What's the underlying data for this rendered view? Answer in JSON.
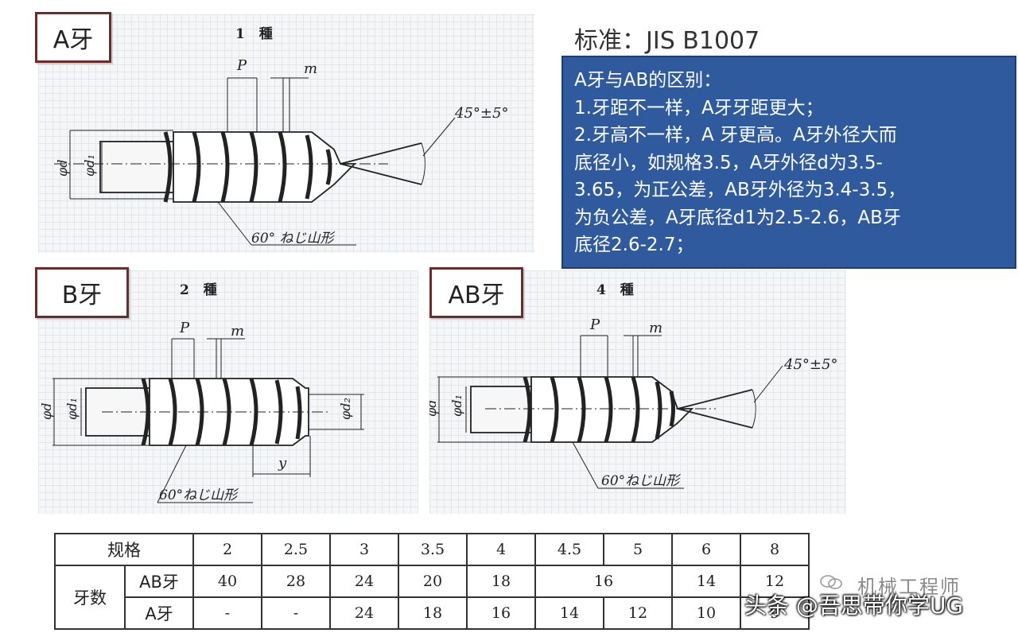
{
  "standard": {
    "title": "标准：JIS B1007"
  },
  "note": {
    "lines": [
      "A牙与AB的区别：",
      "1.牙距不一样，A牙牙距更大；",
      "2.牙高不一样，A 牙更高。A牙外径大而",
      "底径小，如规格3.5，A牙外径d为3.5-",
      "3.65，为正公差，AB牙外径为3.4-3.5，",
      "为负公差，A牙底径d1为2.5-2.6，AB牙",
      "底径2.6-2.7；"
    ]
  },
  "panels": [
    {
      "label": "A牙",
      "caption": "1 種",
      "pitch": "P",
      "m": "m",
      "angle": "45°±5°",
      "d": "φd",
      "d1": "φd₁",
      "thread": "60° ねじ山形"
    },
    {
      "label": "B牙",
      "caption": "2 種",
      "pitch": "P",
      "m": "m",
      "d": "φd",
      "d1": "φd₁",
      "d2": "φd₂",
      "y": "y",
      "thread": "60°ねじ山形"
    },
    {
      "label": "AB牙",
      "caption": "4 種",
      "pitch": "P",
      "m": "m",
      "angle": "45°±5°",
      "d": "φd",
      "d1": "φd₁",
      "thread": "60°ねじ山形"
    }
  ],
  "table": {
    "spec_header": "规格",
    "specs": [
      "2",
      "2.5",
      "3",
      "3.5",
      "4",
      "4.5",
      "5",
      "6",
      "8"
    ],
    "teeth_header": "牙数",
    "ab_label": "AB牙",
    "a_label": "A牙",
    "ab_values": [
      "40",
      "28",
      "24",
      "20",
      "18",
      "16",
      "14",
      "12"
    ],
    "a_values": [
      "-",
      "-",
      "24",
      "18",
      "16",
      "14",
      "12",
      "10",
      "9"
    ]
  },
  "watermark": {
    "account": "机械工程师",
    "source": "头条 @吾思带你学UG"
  }
}
